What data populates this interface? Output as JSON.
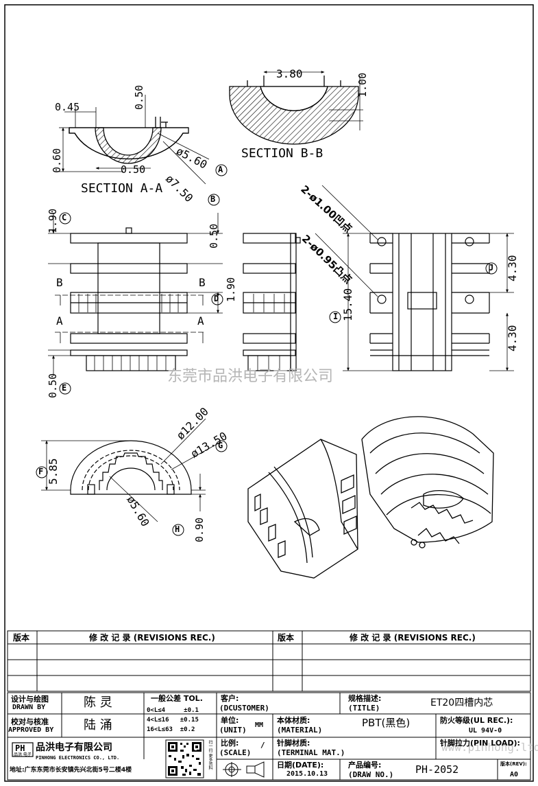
{
  "dimensions": {
    "sectionA": {
      "d045": "0.45",
      "d050": "0.50",
      "d060": "0.60",
      "d050b": "0.50",
      "d560": "ø5.60",
      "d750": "ø7.50",
      "label": "SECTION A-A"
    },
    "sectionB": {
      "d380": "3.80",
      "d100": "1.00",
      "label": "SECTION B-B"
    },
    "front": {
      "d190": "1.90",
      "d050": "0.50",
      "d190b": "1.90",
      "d050b": "0.50",
      "bL": "B",
      "bR": "B",
      "aL": "A",
      "aR": "A"
    },
    "side": {
      "pin1": "2-ø1.00凹点",
      "pin2": "2-ø0.95凸点",
      "d1540": "15.40",
      "d430a": "4.30",
      "d430b": "4.30"
    },
    "bottom": {
      "d1200": "ø12.00",
      "d1350": "ø13.50",
      "d585": "5.85",
      "d560": "ø5.60",
      "d090": "0.90"
    },
    "markers": {
      "A": "A",
      "B": "B",
      "C": "C",
      "D": "D",
      "E": "E",
      "F": "F",
      "G": "G",
      "H": "H",
      "I": "I",
      "J": "J"
    }
  },
  "watermark": "东莞市品洪电子有限公司",
  "watermark_url": "www.pinhong.ltd",
  "revisions": {
    "ver_left": "版本",
    "rev_left": "修 改 记 录 (REVISIONS REC.)",
    "ver_right": "版本",
    "rev_right": "修 改 记 录 (REVISIONS REC.)"
  },
  "title_block": {
    "drawn_cn": "设计与绘图",
    "drawn_en": "DRAWN BY",
    "drawn_name": "陈 灵",
    "approved_cn": "校对与核准",
    "approved_en": "APPROVED BY",
    "approved_name": "陆 涌",
    "tol_title": "一般公差 TOL.",
    "tol1": "0<L≤4     ±0.1",
    "tol2": "4<L≤16   ±0.15",
    "tol3": "16<L≤63  ±0.2",
    "customer_cn": "客户:",
    "customer_en": "(DCUSTOMER)",
    "title_cn": "规格描述:",
    "title_en": "(TITLE)",
    "title_value": "ET20四槽内芯",
    "unit_cn": "单位:",
    "unit_en": "(UNIT)",
    "unit_value": "MM",
    "material_cn": "本体材质:",
    "material_en": "(MATERIAL)",
    "material_value": "PBT(黑色)",
    "ul_label": "防火等级(UL REC.):",
    "ul_value": "UL 94V-0",
    "scale_cn": "比例:",
    "scale_en": "(SCALE)",
    "scale_value": "/",
    "terminal_cn": "针脚材质:",
    "terminal_en": "(TERMINAL MAT.)",
    "pinload": "针脚拉力(PIN LOAD):",
    "date_cn": "日期(DATE):",
    "date_value": "2015.10.13",
    "drawno_cn": "产品编号:",
    "drawno_en": "(DRAW NO.)",
    "drawno_value": "PH-2052",
    "rev_label": "版本(REV):",
    "rev_value": "A0",
    "company_cn": "品洪电子有限公司",
    "company_en": "PINHONG ELECTRONICS CO., LTD.",
    "logo": "PH",
    "logo_sub": "品洪 电子",
    "address": "地址:广东东莞市长安镇先兴北街5号二楼4楼",
    "side_text": "扫一扫 更多资料"
  }
}
